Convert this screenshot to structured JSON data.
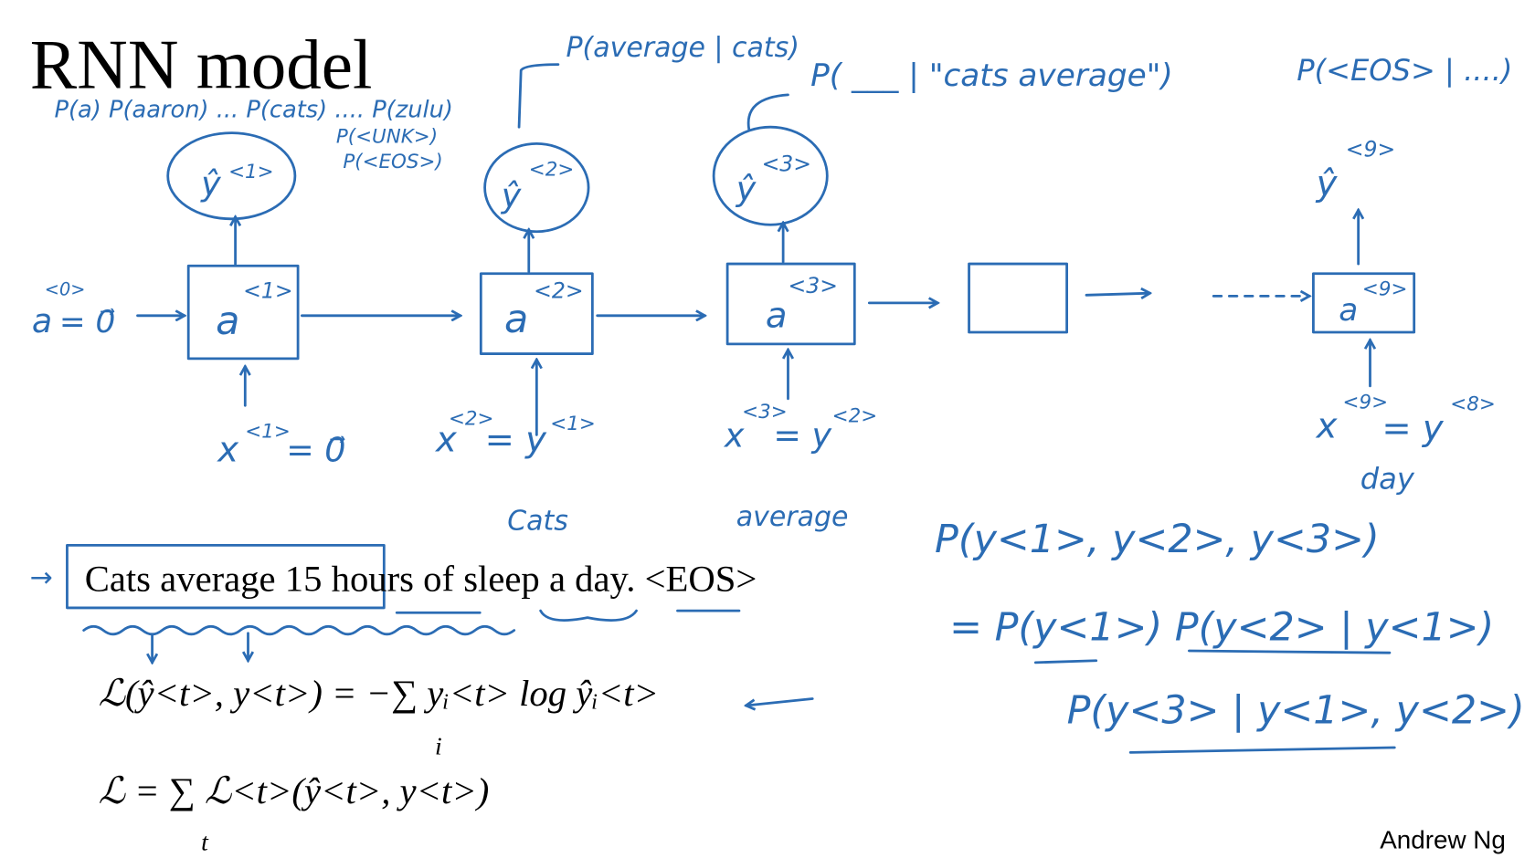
{
  "slide": {
    "title": "RNN model",
    "author": "Andrew Ng",
    "ink_color": "#2b6cb4"
  },
  "annotations": {
    "vocab_probs": "P(a) P(aaron) ... P(cats) .... P(zulu)",
    "unk_prob": "P(<UNK>)",
    "eos_prob": "P(<EOS>)",
    "p_average_given_cats": "P(average | cats)",
    "p_blank_given": "P( ___ | \"cats average\")",
    "p_eos_given": "P(<EOS> | ....)"
  },
  "nodes": {
    "a0": {
      "base": "a",
      "sup": "<0>",
      "rhs": "= 0⃗"
    },
    "cells": [
      {
        "base": "a",
        "sup": "<1>"
      },
      {
        "base": "a",
        "sup": "<2>"
      },
      {
        "base": "a",
        "sup": "<3>"
      },
      {
        "base": "",
        "sup": ""
      },
      {
        "base": "a",
        "sup": "<9>"
      }
    ],
    "outputs": [
      {
        "base": "ŷ",
        "sup": "<1>"
      },
      {
        "base": "ŷ",
        "sup": "<2>"
      },
      {
        "base": "ŷ",
        "sup": "<3>"
      },
      {
        "base": "ŷ",
        "sup": "<9>"
      }
    ],
    "inputs": [
      {
        "lhs": "x",
        "lsup": "<1>",
        "rhs": "= 0⃗",
        "rsup": ""
      },
      {
        "lhs": "x",
        "lsup": "<2>",
        "rhs": "= y",
        "rsup": "<1>"
      },
      {
        "lhs": "x",
        "lsup": "<3>",
        "rhs": "= y",
        "rsup": "<2>"
      },
      {
        "lhs": "x",
        "lsup": "<9>",
        "rhs": "= y",
        "rsup": "<8>"
      }
    ],
    "word_labels": [
      "Cats",
      "average",
      "day"
    ]
  },
  "sentence": {
    "arrow": "→",
    "text": "Cats average 15 hours of sleep a day. <EOS>"
  },
  "joint": {
    "line1": "P(y<1>, y<2>, y<3>)",
    "line2": "= P(y<1>) P(y<2> | y<1>)",
    "line3": "P(y<3> | y<1>, y<2>)"
  },
  "loss": {
    "step_loss": "ℒ(ŷ<t>, y<t>) = −∑ yᵢ<t> log ŷᵢ<t>",
    "step_loss_index": "i",
    "total_loss": "ℒ = ∑ ℒ<t>(ŷ<t>, y<t>)",
    "total_loss_index": "t"
  }
}
